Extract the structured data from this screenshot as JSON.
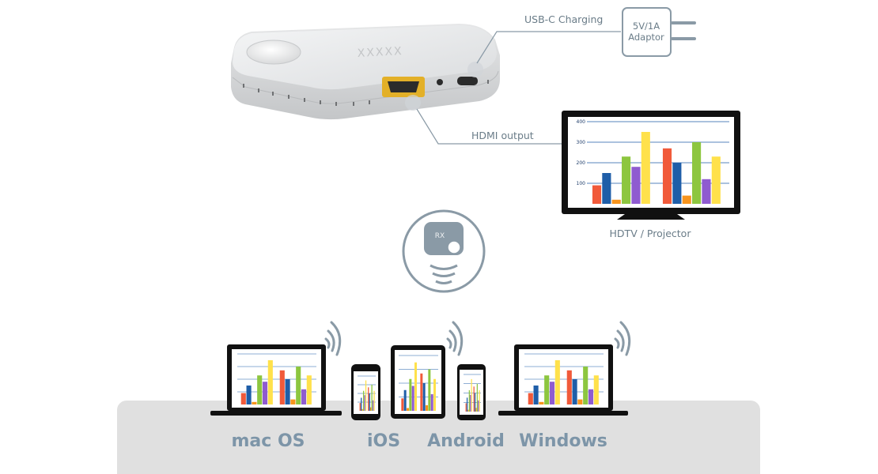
{
  "labels": {
    "usb": "USB-C Charging",
    "adaptor_line1": "5V/1A",
    "adaptor_line2": "Adaptor",
    "hdmi": "HDMI output",
    "tv": "HDTV / Projector",
    "device_mark": "RX",
    "brand": "XXXXX"
  },
  "platforms": [
    "mac OS",
    "iOS",
    "Android",
    "Windows"
  ],
  "colors": {
    "outline": "#8a9aa6",
    "platform_text": "#7d95a8",
    "base": "#e0e0e0",
    "bar_palette": [
      "#f15a3a",
      "#1f5ea8",
      "#f7941d",
      "#8dc63f",
      "#8f5bd0",
      "#ffe14b"
    ]
  },
  "chart_data": {
    "type": "bar",
    "title": "",
    "xlabel": "",
    "ylabel": "",
    "ylim": [
      0,
      400
    ],
    "yticks": [
      100,
      200,
      300,
      400
    ],
    "groups": [
      {
        "values": [
          90,
          150,
          20,
          230,
          180,
          350
        ]
      },
      {
        "values": [
          270,
          200,
          40,
          300,
          120,
          230
        ]
      }
    ]
  }
}
